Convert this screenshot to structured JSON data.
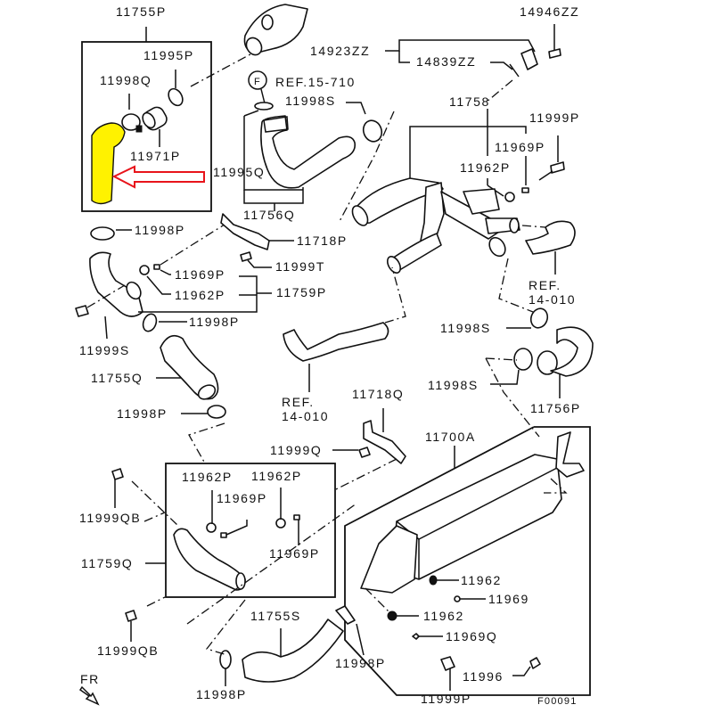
{
  "diagram": {
    "title": "Intercooler & Intercooler Hoses – Parts Diagram",
    "figure_code": "F00091",
    "direction_indicator": "FR",
    "highlight": {
      "part": "11755P group hose (highlighted)",
      "highlight_color": "#FFF200",
      "arrow_color": "#E8141B"
    },
    "ref_circle_letter": "F",
    "labels": {
      "p11755P": "11755P",
      "p11995P": "11995P",
      "p11998Q": "11998Q",
      "p11971P": "11971P",
      "p14946ZZ": "14946ZZ",
      "p14923ZZ": "14923ZZ",
      "p14839ZZ": "14839ZZ",
      "ref15_710": "REF.15-710",
      "p11998S_top": "11998S",
      "p11758": "11758",
      "p11999P_top": "11999P",
      "p11969P_top": "11969P",
      "p11962P_top": "11962P",
      "p11995Q": "11995Q",
      "p11756Q": "11756Q",
      "p11998P_a": "11998P",
      "p11718P": "11718P",
      "p11969P_mid": "11969P",
      "p11999T": "11999T",
      "p11962P_mid": "11962P",
      "p11759P": "11759P",
      "ref14_010_right_1": "REF.",
      "ref14_010_right_2": "14-010",
      "p11998P_b": "11998P",
      "p11998S_mid": "11998S",
      "p11999S": "11999S",
      "p11755Q": "11755Q",
      "p11998S_low": "11998S",
      "ref14_010_mid_1": "REF.",
      "ref14_010_mid_2": "14-010",
      "p11756P": "11756P",
      "p11998P_c": "11998P",
      "p11718Q": "11718Q",
      "p11999Q": "11999Q",
      "p11700A": "11700A",
      "p11962P_box1": "11962P",
      "p11962P_box2": "11962P",
      "p11969P_box1": "11969P",
      "p11969P_box2": "11969P",
      "p11999QB_top": "11999QB",
      "p11759Q": "11759Q",
      "p11962_a": "11962",
      "p11969": "11969",
      "p11962_b": "11962",
      "p11969Q": "11969Q",
      "p11999QB_bot": "11999QB",
      "p11755S": "11755S",
      "p11998P_d": "11998P",
      "p11996": "11996",
      "p11999P_bot": "11999P",
      "p11998P_e": "11998P"
    }
  }
}
